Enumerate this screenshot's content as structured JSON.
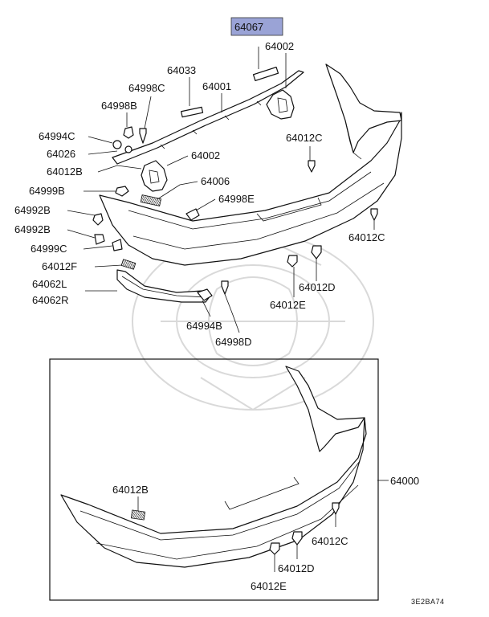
{
  "diagram": {
    "highlight_color": "#9aa3d6",
    "code": "3E2BA74",
    "upper_labels": {
      "p64067": "64067",
      "p64002_top": "64002",
      "p64033": "64033",
      "p64001": "64001",
      "p64998c": "64998C",
      "p64998b": "64998B",
      "p64994c": "64994C",
      "p64026": "64026",
      "p64002_mid": "64002",
      "p64012b": "64012B",
      "p64006": "64006",
      "p64999b": "64999B",
      "p64998e": "64998E",
      "p64992b_1": "64992B",
      "p64992b_2": "64992B",
      "p64999c": "64999C",
      "p64012f": "64012F",
      "p64062l": "64062L",
      "p64062r": "64062R",
      "p64012c_top": "64012C",
      "p64012c_right": "64012C",
      "p64012d": "64012D",
      "p64012e": "64012E",
      "p64994b": "64994B",
      "p64998d": "64998D"
    },
    "lower_labels": {
      "p64000": "64000",
      "p64012b": "64012B",
      "p64012c": "64012C",
      "p64012d": "64012D",
      "p64012e": "64012E"
    }
  }
}
